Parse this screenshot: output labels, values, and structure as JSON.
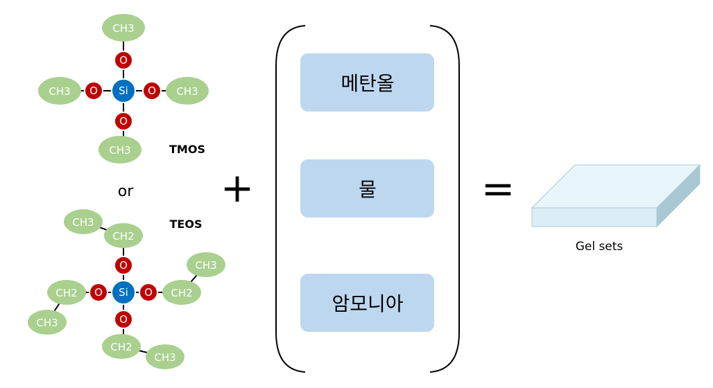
{
  "tmos": {
    "label": "TMOS",
    "si": "Si",
    "o": "O",
    "ch3": "CH3"
  },
  "or_text": "or",
  "teos": {
    "label": "TEOS",
    "si": "Si",
    "o": "O",
    "ch2": "CH2",
    "ch3": "CH3"
  },
  "plus": "+",
  "equals": "=",
  "ingredients": [
    "메탄올",
    "물",
    "암모니아"
  ],
  "gel_caption": "Gel sets",
  "colors": {
    "carbon_group": "#a9d08e",
    "oxygen": "#c00000",
    "silicon": "#0070c0",
    "ingredient_box": "#bdd7ee",
    "gel_front": "#dbeef8",
    "gel_top": "#e8f5fb",
    "gel_side": "#a9c8d2"
  }
}
